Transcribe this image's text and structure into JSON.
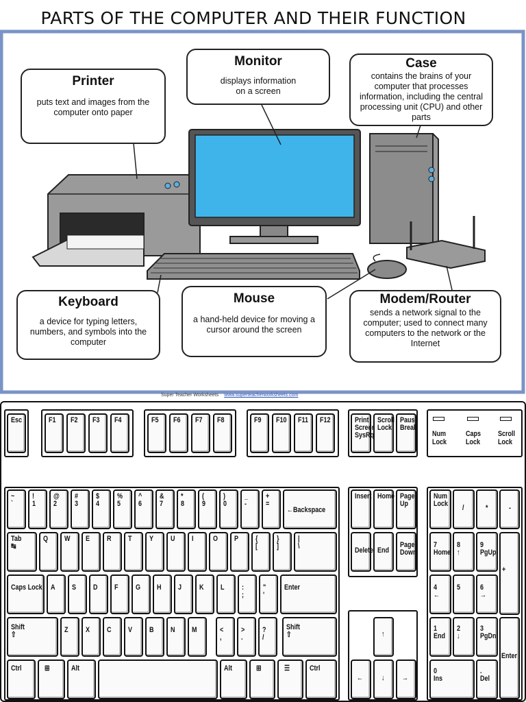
{
  "page_title": "PARTS OF THE COMPUTER AND THEIR FUNCTION",
  "callouts": {
    "printer": {
      "title": "Printer",
      "desc": "puts text and images from the computer onto paper"
    },
    "monitor": {
      "title": "Monitor",
      "desc": "displays information on a screen"
    },
    "case": {
      "title": "Case",
      "desc": "contains the brains of your computer that processes information, including the central processing unit (CPU) and other parts"
    },
    "keyboard": {
      "title": "Keyboard",
      "desc": "a device for typing letters, numbers, and symbols into the computer"
    },
    "mouse": {
      "title": "Mouse",
      "desc": "a hand-held device for moving a cursor around the screen"
    },
    "modem": {
      "title": "Modem/Router",
      "desc": "sends a network signal to the computer; used to connect many computers to the network or the Internet"
    }
  },
  "credit": {
    "name": "Super Teacher Worksheets",
    "url": "www.superteacherworksheets.com"
  },
  "colors": {
    "frame": "#7a93c6",
    "screen": "#3fb4ea",
    "hardware": "#8a8a8a"
  },
  "indicators": [
    "Num\nLock",
    "Caps\nLock",
    "Scroll\nLock"
  ],
  "keys": {
    "esc": "Esc",
    "f1": "F1",
    "f2": "F2",
    "f3": "F3",
    "f4": "F4",
    "f5": "F5",
    "f6": "F6",
    "f7": "F7",
    "f8": "F8",
    "f9": "F9",
    "f10": "F10",
    "f11": "F11",
    "f12": "F12",
    "prtsc": "Print\nScreen\nSysRq",
    "scrlk": "Scroll\nLock",
    "pause": "Pause\nBreak",
    "tilde": "~\n`",
    "k1": "!\n1",
    "k2": "@\n2",
    "k3": "#\n3",
    "k4": "$\n4",
    "k5": "%\n5",
    "k6": "^\n6",
    "k7": "&\n7",
    "k8": "*\n8",
    "k9": "(\n9",
    "k0": ")\n0",
    "minus": "_\n-",
    "equal": "+\n=",
    "backspace": "←Backspace",
    "insert": "Insert",
    "home": "Home",
    "pgup": "Page\nUp",
    "numlock": "Num\nLock",
    "divide": "/",
    "multiply": "*",
    "subtract": "-",
    "tab": "Tab\n↹",
    "q": "Q",
    "w": "W",
    "e": "E",
    "r": "R",
    "t": "T",
    "y": "Y",
    "u": "U",
    "i": "I",
    "o": "O",
    "p": "P",
    "lbracket": "{\n[",
    "rbracket": "}\n]",
    "backslash": "|\n\\",
    "delete": "Delete",
    "end": "End",
    "pgdn": "Page\nDown",
    "n7": "7\nHome",
    "n8": "8\n↑",
    "n9": "9\nPgUp",
    "add": "+",
    "caps": "Caps Lock",
    "a": "A",
    "s": "S",
    "d": "D",
    "f": "F",
    "g": "G",
    "h": "H",
    "j": "J",
    "k": "K",
    "l": "L",
    "semicolon": ":\n;",
    "quote": "\"\n'",
    "enter": "Enter",
    "n4": "4\n←",
    "n5": "5",
    "n6": "6\n→",
    "lshift": "Shift\n⇧",
    "z": "Z",
    "x": "X",
    "c": "C",
    "v": "V",
    "b": "B",
    "n": "N",
    "m": "M",
    "comma": "<\n,",
    "period": ">\n.",
    "slash": "?\n/",
    "rshift": "Shift\n⇧",
    "up": "↑",
    "n1": "1\nEnd",
    "n2": "2\n↓",
    "n3": "3\nPgDn",
    "numenter": "Enter",
    "lctrl": "Ctrl",
    "lwin": "⊞",
    "lalt": "Alt",
    "space": "",
    "ralt": "Alt",
    "rwin": "⊞",
    "menu": "☰",
    "rctrl": "Ctrl",
    "left": "←",
    "down": "↓",
    "right": "→",
    "n0": "0\nIns",
    "ndecimal": ".\nDel"
  }
}
